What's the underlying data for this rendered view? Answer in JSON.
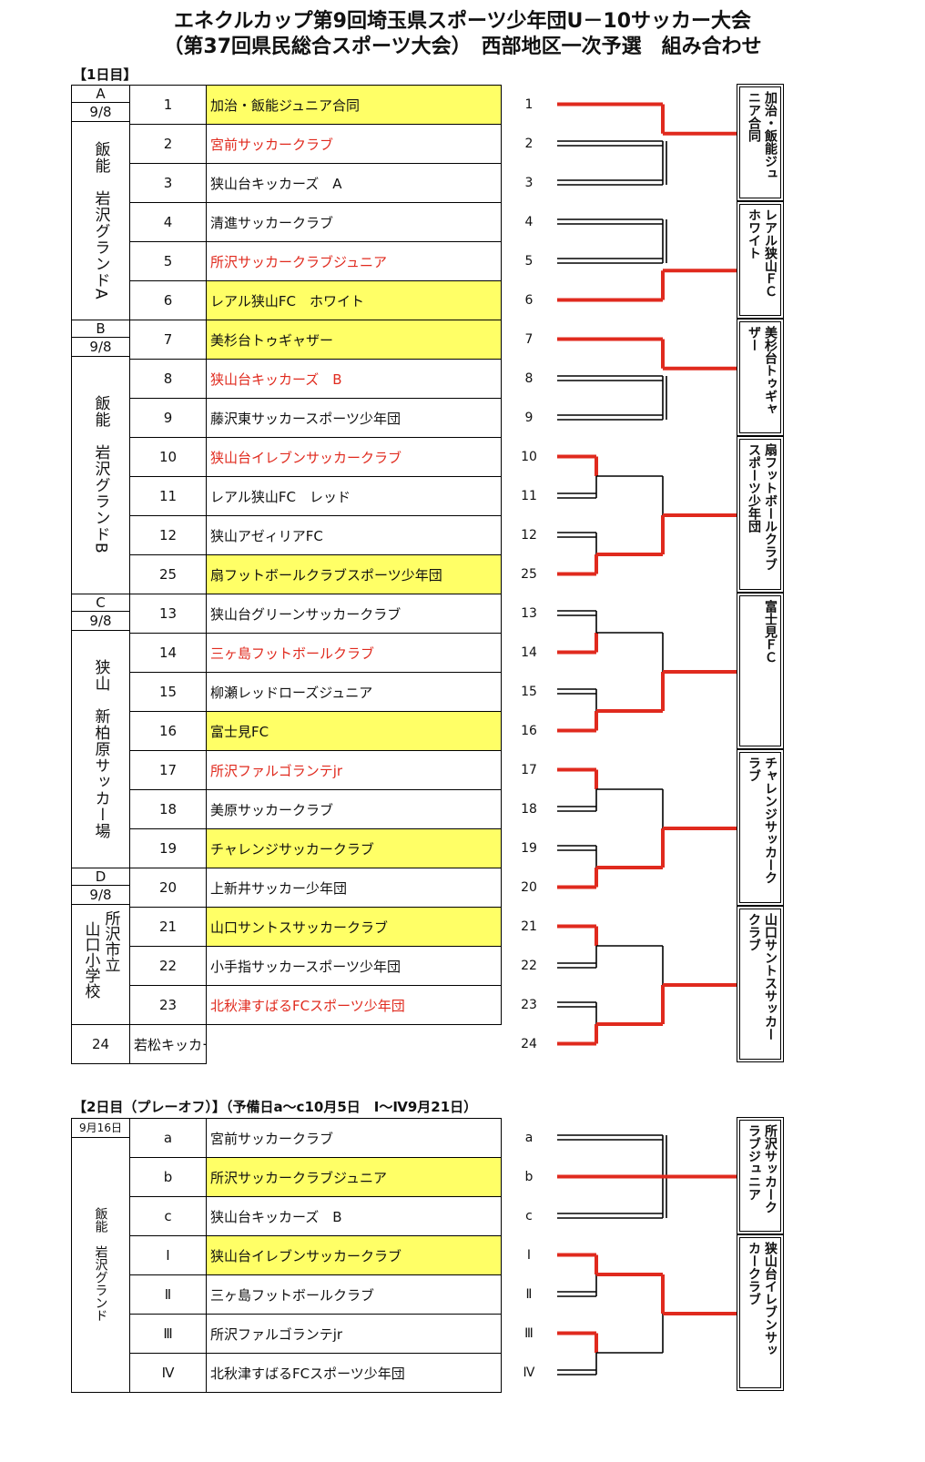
{
  "title": {
    "line1": "エネクルカップ第9回埼玉県スポーツ少年団U－10サッカー大会",
    "line2": "（第37回県民総合スポーツ大会）　西部地区一次予選　組み合わせ"
  },
  "day1": {
    "label": "【1日目】",
    "groups": [
      {
        "letter": "A",
        "date": "9/8",
        "venue": "飯能\n\n岩沢グランドA"
      },
      {
        "letter": "B",
        "date": "9/8",
        "venue": "飯能\n\n岩沢グランドB"
      },
      {
        "letter": "C",
        "date": "9/8",
        "venue": "狭山\n\n新柏原サッカー場"
      },
      {
        "letter": "D",
        "date": "9/8",
        "venue_col1": "所沢市立",
        "venue_col2": "山口小学校"
      }
    ],
    "rows": [
      {
        "no": "1",
        "team": "加治・飯能ジュニア合同",
        "style": "hl"
      },
      {
        "no": "2",
        "team": "宮前サッカークラブ",
        "style": "red"
      },
      {
        "no": "3",
        "team": "狭山台キッカーズ　A",
        "style": ""
      },
      {
        "no": "4",
        "team": "清進サッカークラブ",
        "style": ""
      },
      {
        "no": "5",
        "team": "所沢サッカークラブジュニア",
        "style": "red"
      },
      {
        "no": "6",
        "team": "レアル狭山FC　ホワイト",
        "style": "hl"
      },
      {
        "no": "7",
        "team": "美杉台トゥギャザー",
        "style": "hl"
      },
      {
        "no": "8",
        "team": "狭山台キッカーズ　B",
        "style": "red"
      },
      {
        "no": "9",
        "team": "藤沢東サッカースポーツ少年団",
        "style": ""
      },
      {
        "no": "10",
        "team": "狭山台イレブンサッカークラブ",
        "style": "red"
      },
      {
        "no": "11",
        "team": "レアル狭山FC　レッド",
        "style": ""
      },
      {
        "no": "12",
        "team": "狭山アゼィリアFC",
        "style": ""
      },
      {
        "no": "25",
        "team": "扇フットボールクラブスポーツ少年団",
        "style": "hl"
      },
      {
        "no": "13",
        "team": "狭山台グリーンサッカークラブ",
        "style": ""
      },
      {
        "no": "14",
        "team": "三ヶ島フットボールクラブ",
        "style": "red"
      },
      {
        "no": "15",
        "team": "柳瀬レッドローズジュニア",
        "style": ""
      },
      {
        "no": "16",
        "team": "富士見FC",
        "style": "hl"
      },
      {
        "no": "17",
        "team": "所沢ファルゴランテjr",
        "style": "red"
      },
      {
        "no": "18",
        "team": "美原サッカークラブ",
        "style": ""
      },
      {
        "no": "19",
        "team": "チャレンジサッカークラブ",
        "style": "hl"
      },
      {
        "no": "20",
        "team": "上新井サッカー少年団",
        "style": ""
      },
      {
        "no": "21",
        "team": "山口サントスサッカークラブ",
        "style": "hl"
      },
      {
        "no": "22",
        "team": "小手指サッカースポーツ少年団",
        "style": ""
      },
      {
        "no": "23",
        "team": "北秋津すばるFCスポーツ少年団",
        "style": "red"
      },
      {
        "no": "24",
        "team": "若松キッカーズスポーツ少年団",
        "style": ""
      }
    ],
    "winners": [
      {
        "col1": "加治・飯能ジュ",
        "col2": "ニア合同"
      },
      {
        "col1": "レアル狭山ＦＣ",
        "col2": "ホワイト"
      },
      {
        "col1": "美杉台トゥギャ",
        "col2": "ザー"
      },
      {
        "col1": "扇フットボールクラブ",
        "col2": "スポーツ少年団"
      },
      {
        "col1": "富士見ＦＣ",
        "col2": ""
      },
      {
        "col1": "チャレンジサッカーク",
        "col2": "ラブ"
      },
      {
        "col1": "山口サントスサッカー",
        "col2": "クラブ"
      }
    ]
  },
  "day2": {
    "label": "【2日目（プレーオフ）】（予備日a～c10月5日　Ⅰ～Ⅳ9月21日）",
    "date": "9月16日",
    "venue": "飯能\n\n岩沢グランド",
    "rows": [
      {
        "no": "a",
        "team": "宮前サッカークラブ",
        "style": ""
      },
      {
        "no": "b",
        "team": "所沢サッカークラブジュニア",
        "style": "hl"
      },
      {
        "no": "c",
        "team": "狭山台キッカーズ　B",
        "style": ""
      },
      {
        "no": "Ⅰ",
        "team": "狭山台イレブンサッカークラブ",
        "style": "hl"
      },
      {
        "no": "Ⅱ",
        "team": "三ヶ島フットボールクラブ",
        "style": ""
      },
      {
        "no": "Ⅲ",
        "team": "所沢ファルゴランテjr",
        "style": ""
      },
      {
        "no": "Ⅳ",
        "team": "北秋津すばるFCスポーツ少年団",
        "style": ""
      }
    ],
    "winners": [
      {
        "col1": "所沢サッカーク",
        "col2": "ラブジュニア"
      },
      {
        "col1": "狭山台イレブンサッ",
        "col2": "カークラブ"
      }
    ]
  },
  "colors": {
    "bracket_red": "#e02a1e",
    "highlight": "#ffff66",
    "red_text": "#e02a1e"
  }
}
